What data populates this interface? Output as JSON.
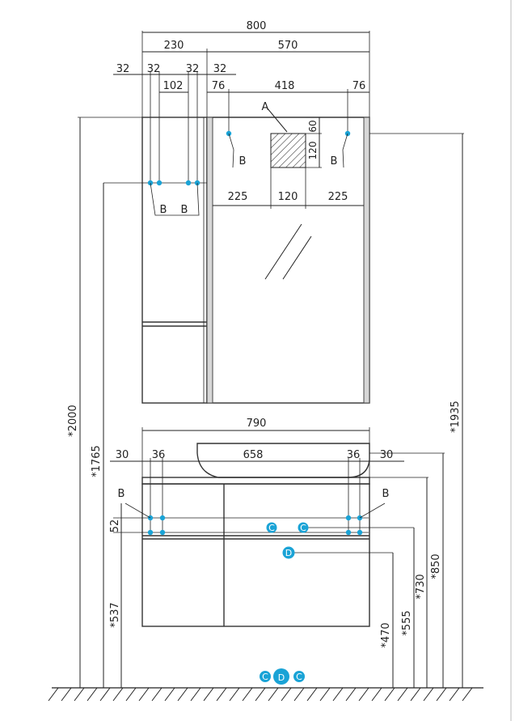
{
  "dimensions": {
    "top_total": "800",
    "top_left": "230",
    "top_right": "570",
    "col_32_a": "32",
    "col_32_b": "32",
    "col_32_c": "32",
    "col_32_d": "32",
    "gap_102": "102",
    "mirror_76_left": "76",
    "mirror_418": "418",
    "mirror_76_right": "76",
    "socket_60": "60",
    "socket_120_v": "120",
    "mirror_225_left": "225",
    "mirror_120": "120",
    "mirror_225_right": "225",
    "basin_790": "790",
    "basin_30_left": "30",
    "basin_36_left": "36",
    "basin_658": "658",
    "basin_36_right": "36",
    "basin_30_right": "30",
    "h_52": "52",
    "h_537": "*537",
    "h_470": "*470",
    "h_555": "*555",
    "h_730": "*730",
    "h_850": "*850",
    "h_1765": "*1765",
    "h_2000": "*2000",
    "h_1935": "*1935"
  },
  "labels": {
    "A": "A",
    "B": "B",
    "C": "C",
    "D": "D"
  },
  "colors": {
    "accent": "#1aa3d6",
    "line": "#222222",
    "glass_edge": "#d7d7d7"
  }
}
